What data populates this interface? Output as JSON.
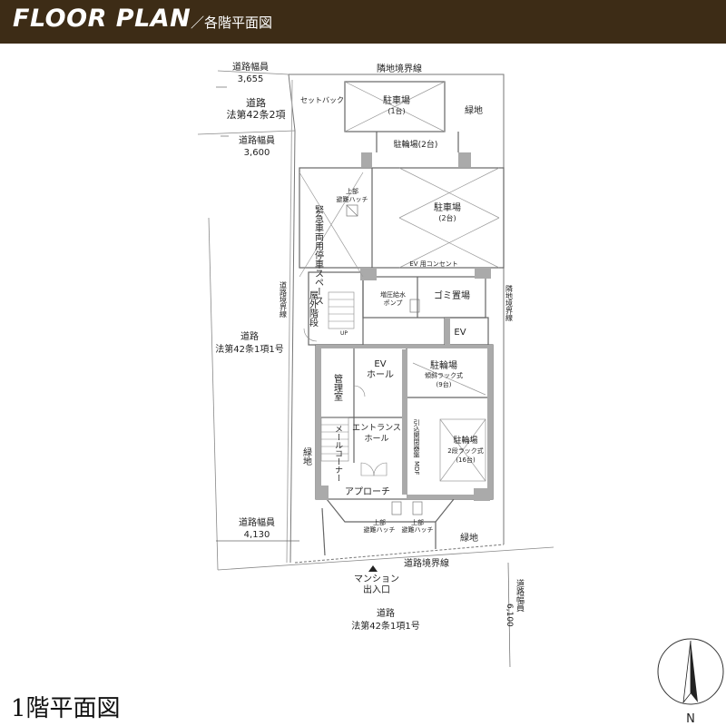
{
  "header": {
    "title": "FLOOR PLAN",
    "subtitle": "／各階平面図"
  },
  "floor_label": "1階平面図",
  "compass": {
    "north": "N"
  },
  "labels": {
    "road_width_top_1": "道路幅員",
    "road_width_top_1_val": "3,655",
    "road_top": "道路",
    "road_top_law": "法第42条2項",
    "road_width_top_2": "道路幅員",
    "road_width_top_2_val": "3,600",
    "adjacent_boundary_top": "隣地境界線",
    "setback": "セットバック",
    "parking_1": "駐車場",
    "parking_1_count": "(1台)",
    "green_1": "緑地",
    "bicycle_2": "駐輪場(2台)",
    "upper_hatch_1a": "上部",
    "upper_hatch_1b": "避難ハッチ",
    "parking_2": "駐車場",
    "parking_2_count": "(2台)",
    "emergency_space": "緊急車両用停車スペース",
    "ev_outlet": "EV 用コンセント",
    "road_boundary_left": "道路境界線",
    "adjacent_boundary_right": "隣地境界線",
    "outdoor_stairs": "屋外階段",
    "up": "UP",
    "booster_pump_a": "増圧給水",
    "booster_pump_b": "ポンプ",
    "garbage": "ゴミ置場",
    "ev": "EV",
    "ev_hall_a": "EV",
    "ev_hall_b": "ホール",
    "bicycle_9": "駐輪場",
    "bicycle_9_type": "傾斜ラック式",
    "bicycle_9_count": "(9台)",
    "management": "管理室",
    "mail_corner": "メールコーナー",
    "entrance_hall_a": "エントランス",
    "entrance_hall_b": "ホール",
    "mdf_label": "引込開閉器盤",
    "mdf": "MDF",
    "bicycle_16": "駐輪場",
    "bicycle_16_type": "2段ラック式",
    "bicycle_16_count": "(16台)",
    "green_left": "緑地",
    "approach": "アプローチ",
    "road_main": "道路",
    "road_main_law": "法第42条1項1号",
    "road_left": "道路",
    "road_left_law": "法第42条1項1号",
    "road_width_left": "道路幅員",
    "road_width_left_val": "4,130",
    "upper_hatch_2a": "上部",
    "upper_hatch_2b": "避難ハッチ",
    "upper_hatch_3a": "上部",
    "upper_hatch_3b": "避難ハッチ",
    "green_bottom": "緑地",
    "road_boundary_bottom": "道路境界線",
    "mansion_entrance_a": "マンション",
    "mansion_entrance_b": "出入口",
    "road_width_right": "道路幅員",
    "road_width_right_val": "6,100"
  }
}
